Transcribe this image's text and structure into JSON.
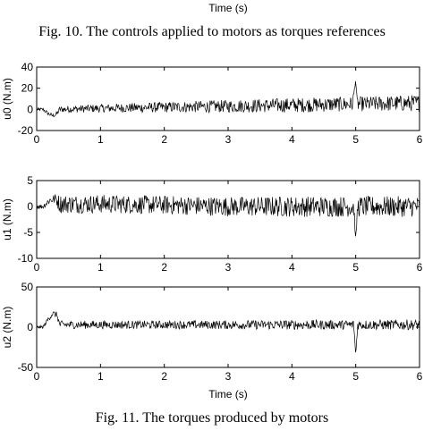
{
  "top_xlabel": "Time (s)",
  "caption_top": "Fig. 10. The controls applied to motors as torques references",
  "caption_bottom": "Fig. 11. The torques produced by motors",
  "chart_data": [
    {
      "type": "line",
      "ylabel": "u0 (N.m)",
      "xlim": [
        0,
        6
      ],
      "ylim": [
        -20,
        40
      ],
      "xticks": [
        0,
        1,
        2,
        3,
        4,
        5,
        6
      ],
      "yticks": [
        -20,
        0,
        20,
        40
      ],
      "xlabel": "",
      "series": [
        {
          "x": [
            0,
            0.1,
            0.18,
            0.25,
            0.3,
            0.33,
            0.36,
            1,
            2,
            3,
            4,
            4.95,
            5.0,
            5.02,
            5.05,
            6
          ],
          "center": [
            0,
            0,
            -4,
            -6,
            -5,
            -3,
            0,
            1,
            2,
            3,
            4,
            5,
            28,
            5,
            5,
            6
          ],
          "amplitude": [
            1.5,
            1.5,
            2,
            2,
            2,
            2,
            3,
            4,
            5,
            6,
            7,
            7,
            0,
            7,
            7,
            8
          ]
        }
      ]
    },
    {
      "type": "line",
      "ylabel": "u1 (N.m)",
      "xlim": [
        0,
        6
      ],
      "ylim": [
        -10,
        5
      ],
      "xticks": [
        0,
        1,
        2,
        3,
        4,
        5,
        6
      ],
      "yticks": [
        -10,
        -5,
        0,
        5
      ],
      "xlabel": "",
      "series": [
        {
          "x": [
            0,
            0.1,
            0.2,
            0.3,
            0.36,
            1,
            2,
            3,
            4,
            4.97,
            5.0,
            5.03,
            6
          ],
          "center": [
            0,
            0,
            1.2,
            1.5,
            0.5,
            0.5,
            0.3,
            0,
            0,
            0,
            -6.5,
            0,
            0
          ],
          "amplitude": [
            0.5,
            0.5,
            0.8,
            1,
            1.8,
            1.8,
            1.8,
            1.9,
            2,
            2,
            0,
            2,
            2
          ]
        }
      ]
    },
    {
      "type": "line",
      "ylabel": "u2 (N.m)",
      "xlim": [
        0,
        6
      ],
      "ylim": [
        -50,
        50
      ],
      "xticks": [
        0,
        1,
        2,
        3,
        4,
        5,
        6
      ],
      "yticks": [
        -50,
        0,
        50
      ],
      "xlabel": "Time (s)",
      "series": [
        {
          "x": [
            0,
            0.1,
            0.18,
            0.25,
            0.32,
            0.36,
            1,
            2,
            3,
            4,
            4.97,
            5.0,
            5.03,
            6
          ],
          "center": [
            0,
            0,
            10,
            17,
            15,
            3,
            3,
            3,
            3,
            3,
            3,
            -35,
            3,
            3
          ],
          "amplitude": [
            2,
            2,
            3,
            4,
            4,
            5,
            5,
            5,
            5.5,
            6,
            6,
            0,
            6,
            6.5
          ]
        }
      ]
    }
  ]
}
